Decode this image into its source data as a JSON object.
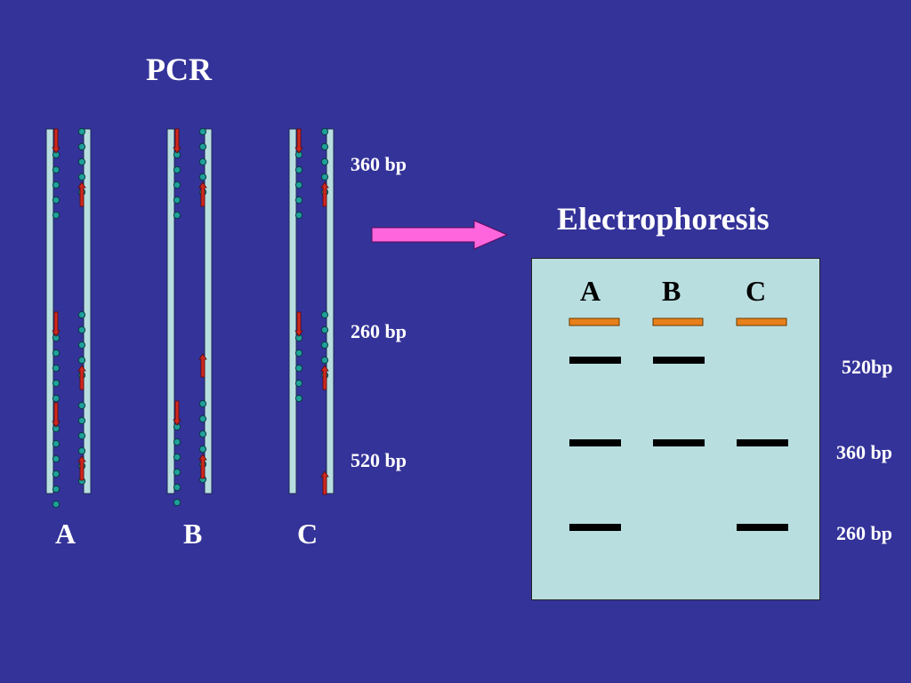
{
  "pcr": {
    "title": "PCR",
    "strand_labels": [
      "A",
      "B",
      "C"
    ],
    "size_labels": [
      "360 bp",
      "260 bp",
      "520 bp"
    ]
  },
  "electrophoresis": {
    "title": "Electrophoresis",
    "lanes": [
      "A",
      "B",
      "C"
    ],
    "band_size_labels": [
      "520bp",
      "360 bp",
      "260 bp"
    ],
    "bands": {
      "A": [
        "520bp",
        "360 bp",
        "260 bp"
      ],
      "B": [
        "520bp",
        "360 bp"
      ],
      "C": [
        "360 bp",
        "260 bp"
      ]
    }
  },
  "colors": {
    "background": "#343399",
    "strand": "#b9dee0",
    "dot": "#1fa09a",
    "primer_arrow": "#d0281e",
    "process_arrow": "#ff66dd",
    "well": "#e8801a",
    "band": "#000000",
    "gel": "#b9dee0"
  }
}
